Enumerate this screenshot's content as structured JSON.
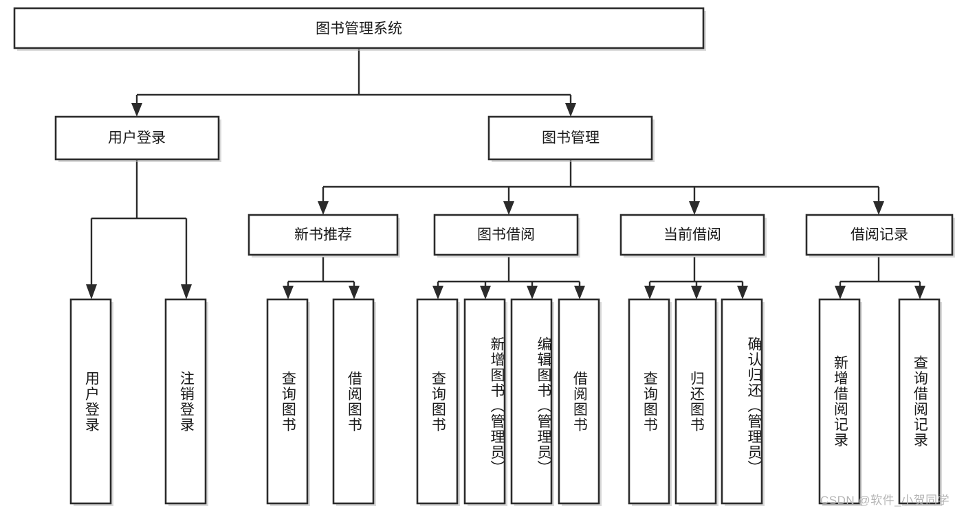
{
  "diagram": {
    "type": "tree",
    "title": "图书管理系统",
    "orientation": "top-down",
    "colors": {
      "node_fill": "#ffffff",
      "node_stroke": "#2b2b2b",
      "connector": "#2b2b2b",
      "text": "#1a1a1a",
      "watermark": "#b5b5b5",
      "background": "#ffffff"
    },
    "root": {
      "id": "root",
      "label": "图书管理系统",
      "orientation": "horizontal"
    },
    "level2": [
      {
        "id": "user-login",
        "label": "用户登录",
        "orientation": "horizontal"
      },
      {
        "id": "book-manage",
        "label": "图书管理",
        "orientation": "horizontal"
      }
    ],
    "level3": [
      {
        "id": "new-book-recommend",
        "label": "新书推荐",
        "orientation": "horizontal",
        "parent": "book-manage"
      },
      {
        "id": "book-borrow",
        "label": "图书借阅",
        "orientation": "horizontal",
        "parent": "book-manage"
      },
      {
        "id": "current-borrow",
        "label": "当前借阅",
        "orientation": "horizontal",
        "parent": "book-manage"
      },
      {
        "id": "borrow-record",
        "label": "借阅记录",
        "orientation": "horizontal",
        "parent": "book-manage"
      }
    ],
    "leaves": [
      {
        "id": "leaf-user-login",
        "label": "用户登录",
        "orientation": "vertical",
        "parent": "user-login"
      },
      {
        "id": "leaf-user-logout",
        "label": "注销登录",
        "orientation": "vertical",
        "parent": "user-login"
      },
      {
        "id": "leaf-query-book-1",
        "label": "查询图书",
        "orientation": "vertical",
        "parent": "new-book-recommend"
      },
      {
        "id": "leaf-borrow-book-1",
        "label": "借阅图书",
        "orientation": "vertical",
        "parent": "new-book-recommend"
      },
      {
        "id": "leaf-query-book-2",
        "label": "查询图书",
        "orientation": "vertical",
        "parent": "book-borrow"
      },
      {
        "id": "leaf-add-book",
        "label": "新增图书（管理员）",
        "orientation": "vertical",
        "parent": "book-borrow"
      },
      {
        "id": "leaf-edit-book",
        "label": "编辑图书（管理员）",
        "orientation": "vertical",
        "parent": "book-borrow"
      },
      {
        "id": "leaf-borrow-book-2",
        "label": "借阅图书",
        "orientation": "vertical",
        "parent": "book-borrow"
      },
      {
        "id": "leaf-query-book-3",
        "label": "查询图书",
        "orientation": "vertical",
        "parent": "current-borrow"
      },
      {
        "id": "leaf-return-book",
        "label": "归还图书",
        "orientation": "vertical",
        "parent": "current-borrow"
      },
      {
        "id": "leaf-confirm-return",
        "label": "确认归还（管理员）",
        "orientation": "vertical",
        "parent": "current-borrow"
      },
      {
        "id": "leaf-add-record",
        "label": "新增借阅记录",
        "orientation": "vertical",
        "parent": "borrow-record"
      },
      {
        "id": "leaf-query-record",
        "label": "查询借阅记录",
        "orientation": "vertical",
        "parent": "borrow-record"
      }
    ]
  },
  "watermark": {
    "text": "CSDN @软件_小贺同学"
  }
}
